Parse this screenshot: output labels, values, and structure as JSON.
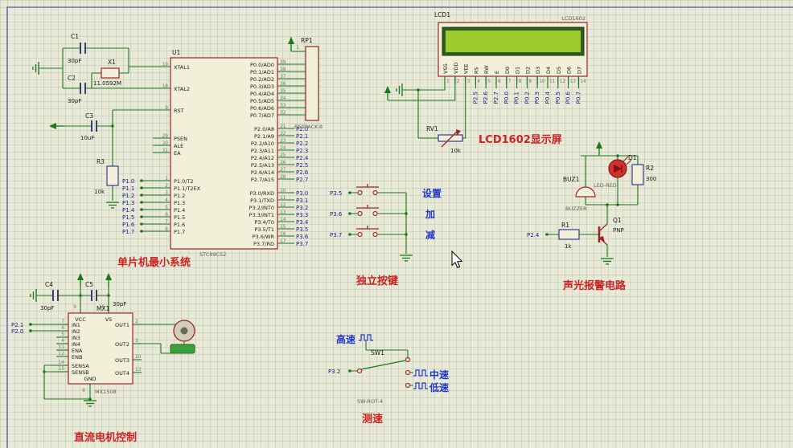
{
  "titles": {
    "mcu": "单片机最小系统",
    "lcd": "LCD1602显示屏",
    "keys": "独立按键",
    "alarm": "声光报警电路",
    "motor": "直流电机控制",
    "speed": "测速"
  },
  "annotations": {
    "set": "设置",
    "inc": "加",
    "dec": "减",
    "high": "高速",
    "mid": "中速",
    "low": "低速"
  },
  "colors": {
    "wire": "#1a7a1a",
    "component_outline": "#9a2626",
    "resistor_outline": "#2a2a8c",
    "net_label": "#1b1b8f",
    "title": "#cc2222",
    "annotation": "#2238c8",
    "lcd_screen": "#9ccb2e",
    "led": "#d03030",
    "background": "#e9e9d8"
  },
  "mcu": {
    "u1": {
      "ref": "U1",
      "part": "STC89C52",
      "xtal_pins": [
        {
          "num": "19",
          "name": "XTAL1"
        },
        {
          "num": "18",
          "name": "XTAL2"
        }
      ],
      "rst_pin": [
        {
          "num": "9",
          "name": "RST"
        }
      ],
      "ctrl_pins": [
        {
          "num": "29",
          "name": "PSEN"
        },
        {
          "num": "30",
          "name": "ALE"
        },
        {
          "num": "31",
          "name": "EA"
        }
      ],
      "p1_pins": [
        {
          "num": "1",
          "name": "P1.0/T2"
        },
        {
          "num": "2",
          "name": "P1.1/T2EX"
        },
        {
          "num": "3",
          "name": "P1.2"
        },
        {
          "num": "4",
          "name": "P1.3"
        },
        {
          "num": "5",
          "name": "P1.4"
        },
        {
          "num": "6",
          "name": "P1.5"
        },
        {
          "num": "7",
          "name": "P1.6"
        },
        {
          "num": "8",
          "name": "P1.7"
        }
      ],
      "p0_pins": [
        {
          "num": "39",
          "name": "P0.0/AD0"
        },
        {
          "num": "38",
          "name": "P0.1/AD1"
        },
        {
          "num": "37",
          "name": "P0.2/AD2"
        },
        {
          "num": "36",
          "name": "P0.3/AD3"
        },
        {
          "num": "35",
          "name": "P0.4/AD4"
        },
        {
          "num": "34",
          "name": "P0.5/AD5"
        },
        {
          "num": "33",
          "name": "P0.6/AD6"
        },
        {
          "num": "32",
          "name": "P0.7/AD7"
        }
      ],
      "p2_pins": [
        {
          "num": "21",
          "name": "P2.0/A8"
        },
        {
          "num": "22",
          "name": "P2.1/A9"
        },
        {
          "num": "23",
          "name": "P2.2/A10"
        },
        {
          "num": "24",
          "name": "P2.3/A11"
        },
        {
          "num": "25",
          "name": "P2.4/A12"
        },
        {
          "num": "26",
          "name": "P2.5/A13"
        },
        {
          "num": "27",
          "name": "P2.6/A14"
        },
        {
          "num": "28",
          "name": "P2.7/A15"
        }
      ],
      "p3_pins": [
        {
          "num": "10",
          "name": "P3.0/RXD"
        },
        {
          "num": "11",
          "name": "P3.1/TXD"
        },
        {
          "num": "12",
          "name": "P3.2/INT0"
        },
        {
          "num": "13",
          "name": "P3.3/INT1"
        },
        {
          "num": "14",
          "name": "P3.4/T0"
        },
        {
          "num": "15",
          "name": "P3.5/T1"
        },
        {
          "num": "16",
          "name": "P3.6/WR"
        },
        {
          "num": "17",
          "name": "P3.7/RD"
        }
      ]
    },
    "p1_labels": [
      "P1.0",
      "P1.1",
      "P1.2",
      "P1.3",
      "P1.4",
      "P1.5",
      "P1.6",
      "P1.7"
    ],
    "p2_labels": [
      "P2.0",
      "P2.1",
      "P2.2",
      "P2.3",
      "P2.4",
      "P2.5",
      "P2.6",
      "P2.7"
    ],
    "p3_labels": [
      "P3.0",
      "P3.1",
      "P3.2",
      "P3.3",
      "P3.4",
      "P3.5",
      "P3.6",
      "P3.7"
    ],
    "c1": {
      "ref": "C1",
      "value": "30pF"
    },
    "c2": {
      "ref": "C2",
      "value": "30pF"
    },
    "c3": {
      "ref": "C3",
      "value": "10uF"
    },
    "x1": {
      "ref": "X1",
      "value": "11.0592M"
    },
    "r3": {
      "ref": "R3",
      "value": "10k"
    },
    "rp1": {
      "ref": "RP1",
      "part": "RESPACK-8",
      "pin1": "1"
    }
  },
  "lcd": {
    "ref": "LCD1",
    "part": "LCD1602",
    "pins": [
      {
        "num": "1",
        "name": "VSS"
      },
      {
        "num": "2",
        "name": "VDD"
      },
      {
        "num": "3",
        "name": "VEE"
      },
      {
        "num": "4",
        "name": "RS"
      },
      {
        "num": "5",
        "name": "RW"
      },
      {
        "num": "6",
        "name": "E"
      },
      {
        "num": "7",
        "name": "D0"
      },
      {
        "num": "8",
        "name": "D1"
      },
      {
        "num": "9",
        "name": "D2"
      },
      {
        "num": "10",
        "name": "D3"
      },
      {
        "num": "11",
        "name": "D4"
      },
      {
        "num": "12",
        "name": "D5"
      },
      {
        "num": "13",
        "name": "D6"
      },
      {
        "num": "14",
        "name": "D7"
      }
    ],
    "net_labels": [
      "P2.5",
      "P2.6",
      "P2.7",
      "P0.0",
      "P0.1",
      "P0.2",
      "P0.3",
      "P0.4",
      "P0.5",
      "P0.6",
      "P0.7"
    ],
    "rv1": {
      "ref": "RV1",
      "value": "10k"
    }
  },
  "keys": {
    "rows": [
      {
        "net": "P3.5",
        "label": "设置"
      },
      {
        "net": "P3.6",
        "label": "加"
      },
      {
        "net": "P3.7",
        "label": "减"
      }
    ]
  },
  "alarm": {
    "d1": {
      "ref": "D1",
      "part": "LED-RED"
    },
    "buz1": {
      "ref": "BUZ1",
      "part": "BUZZER"
    },
    "r2": {
      "ref": "R2",
      "value": "300"
    },
    "r1": {
      "ref": "R1",
      "value": "1k"
    },
    "q1": {
      "ref": "Q1",
      "part": "PNP"
    },
    "net": "P2.4"
  },
  "motor": {
    "mx1": {
      "ref": "MX1",
      "part": "MX1508",
      "in_pins": [
        {
          "num": "7",
          "name": "IN1"
        },
        {
          "num": "6",
          "name": "IN2"
        },
        {
          "num": "5",
          "name": "IN3"
        },
        {
          "num": "4",
          "name": "IN4"
        },
        {
          "num": "11",
          "name": "ENA"
        },
        {
          "num": "12",
          "name": "ENB"
        }
      ],
      "sens_pins": [
        {
          "num": "14",
          "name": "SENSA"
        },
        {
          "num": "15",
          "name": "SENSB"
        }
      ],
      "out12_pins": [
        {
          "num": "2",
          "name": "OUT1"
        },
        {
          "num": "3",
          "name": "OUT2"
        }
      ],
      "out34_pins": [
        {
          "num": "10",
          "name": "OUT3"
        },
        {
          "num": "13",
          "name": "OUT4"
        }
      ],
      "vcc": {
        "num": "9",
        "name": "VCC"
      },
      "vs": {
        "num": "16",
        "name": "VS"
      },
      "gnd": {
        "num": "8",
        "name": "GND"
      }
    },
    "c4": {
      "ref": "C4",
      "value": "30pF"
    },
    "c5": {
      "ref": "C5",
      "value": "30pF"
    },
    "net1": "P2.1",
    "net2": "P2.0"
  },
  "speed": {
    "sw1": {
      "ref": "SW1",
      "part": "SW-ROT-4"
    },
    "net": "P3.2"
  }
}
